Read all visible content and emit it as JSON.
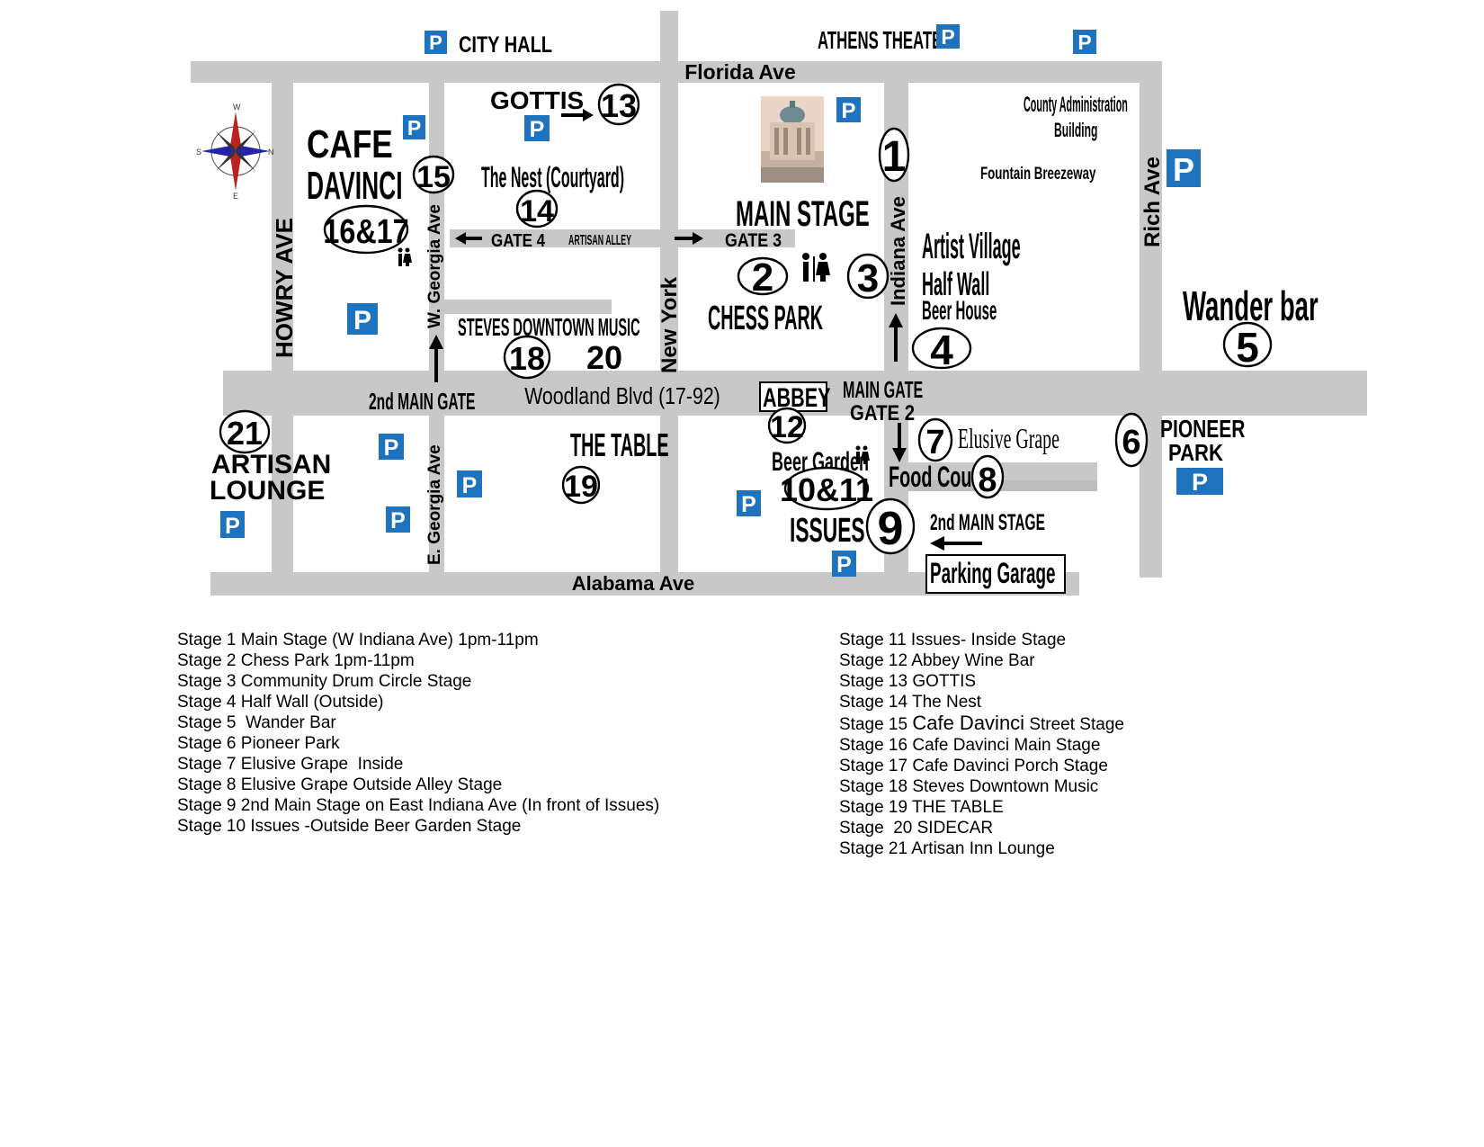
{
  "streets": {
    "florida": "Florida Ave",
    "woodland": "Woodland Blvd (17-92)",
    "alabama": "Alabama Ave",
    "howry": "HOWRY AVE",
    "w_georgia": "W. Georgia Ave",
    "e_georgia": "E. Georgia Ave",
    "new_york": "New York",
    "indiana": "Indiana Ave",
    "rich": "Rich Ave"
  },
  "landmarks": {
    "city_hall": "CITY HALL",
    "athens_theater": "ATHENS THEATER",
    "cafe_line1": "CAFE",
    "cafe_line2": "DAVINCI",
    "gottis": "GOTTIS",
    "the_nest": "The Nest (Courtyard)",
    "gate4": "GATE 4",
    "artisan_alley": "ARTISAN ALLEY",
    "gate3": "GATE 3",
    "main_stage": "MAIN STAGE",
    "county_line1": "County Administration",
    "county_line2": "Building",
    "fountain": "Fountain Breezeway",
    "artist_village": "Artist Village",
    "half_wall": "Half Wall",
    "beer_house": "Beer House",
    "chess_park": "CHESS PARK",
    "steves": "STEVES DOWNTOWN MUSIC",
    "wander_bar": "Wander bar",
    "second_main_gate": "2nd MAIN GATE",
    "abbey": "ABBEY",
    "main_gate": "MAIN GATE",
    "gate2": "GATE 2",
    "elusive_grape": "Elusive Grape",
    "pioneer_line1": "PIONEER",
    "pioneer_line2": "PARK",
    "artisan_line1": "ARTISAN",
    "artisan_line2": "LOUNGE",
    "the_table": "THE TABLE",
    "beer_garden": "Beer Garden",
    "food_court": "Food Court",
    "issues": "ISSUES",
    "second_main_stage": "2nd MAIN STAGE",
    "parking_garage": "Parking Garage"
  },
  "stage_numbers": {
    "s1": "1",
    "s2": "2",
    "s3": "3",
    "s4": "4",
    "s5": "5",
    "s6": "6",
    "s7": "7",
    "s8": "8",
    "s9": "9",
    "s10_11": "10&11",
    "s12": "12",
    "s13": "13",
    "s14": "14",
    "s15": "15",
    "s16_17": "16&17",
    "s18": "18",
    "s19": "19",
    "s20": "20",
    "s21": "21"
  },
  "parking_symbol": "P",
  "compass": {
    "n": "N",
    "s": "S",
    "e": "E",
    "w": "W"
  },
  "legend_left": [
    "Stage 1 Main Stage (W Indiana Ave) 1pm-11pm",
    "Stage 2 Chess Park 1pm-11pm",
    "Stage 3 Community Drum Circle Stage",
    "Stage 4 Half Wall (Outside)",
    "Stage 5  Wander Bar",
    "Stage 6 Pioneer Park",
    "Stage 7 Elusive Grape  Inside",
    "Stage 8 Elusive Grape Outside Alley Stage",
    "Stage 9 2nd Main Stage on East Indiana Ave (In front of Issues)",
    "Stage 10 Issues -Outside Beer Garden Stage"
  ],
  "legend_right": [
    "Stage 11 Issues- Inside Stage",
    "Stage 12 Abbey Wine Bar",
    "Stage 13 GOTTIS",
    "Stage 14 The Nest",
    "Stage 15 ",
    "Stage 16 Cafe Davinci Main Stage",
    "Stage 17 Cafe Davinci Porch Stage",
    "Stage 18 Steves Downtown Music",
    "Stage 19 THE TABLE",
    "Stage  20 SIDECAR",
    "Stage 21 Artisan Inn Lounge"
  ],
  "legend_15": {
    "prefix": "Stage 15 ",
    "big": "Cafe Davinci",
    "suffix": " Street Stage"
  },
  "colors": {
    "street": "#c8c8c8",
    "parking": "#1e73be"
  }
}
